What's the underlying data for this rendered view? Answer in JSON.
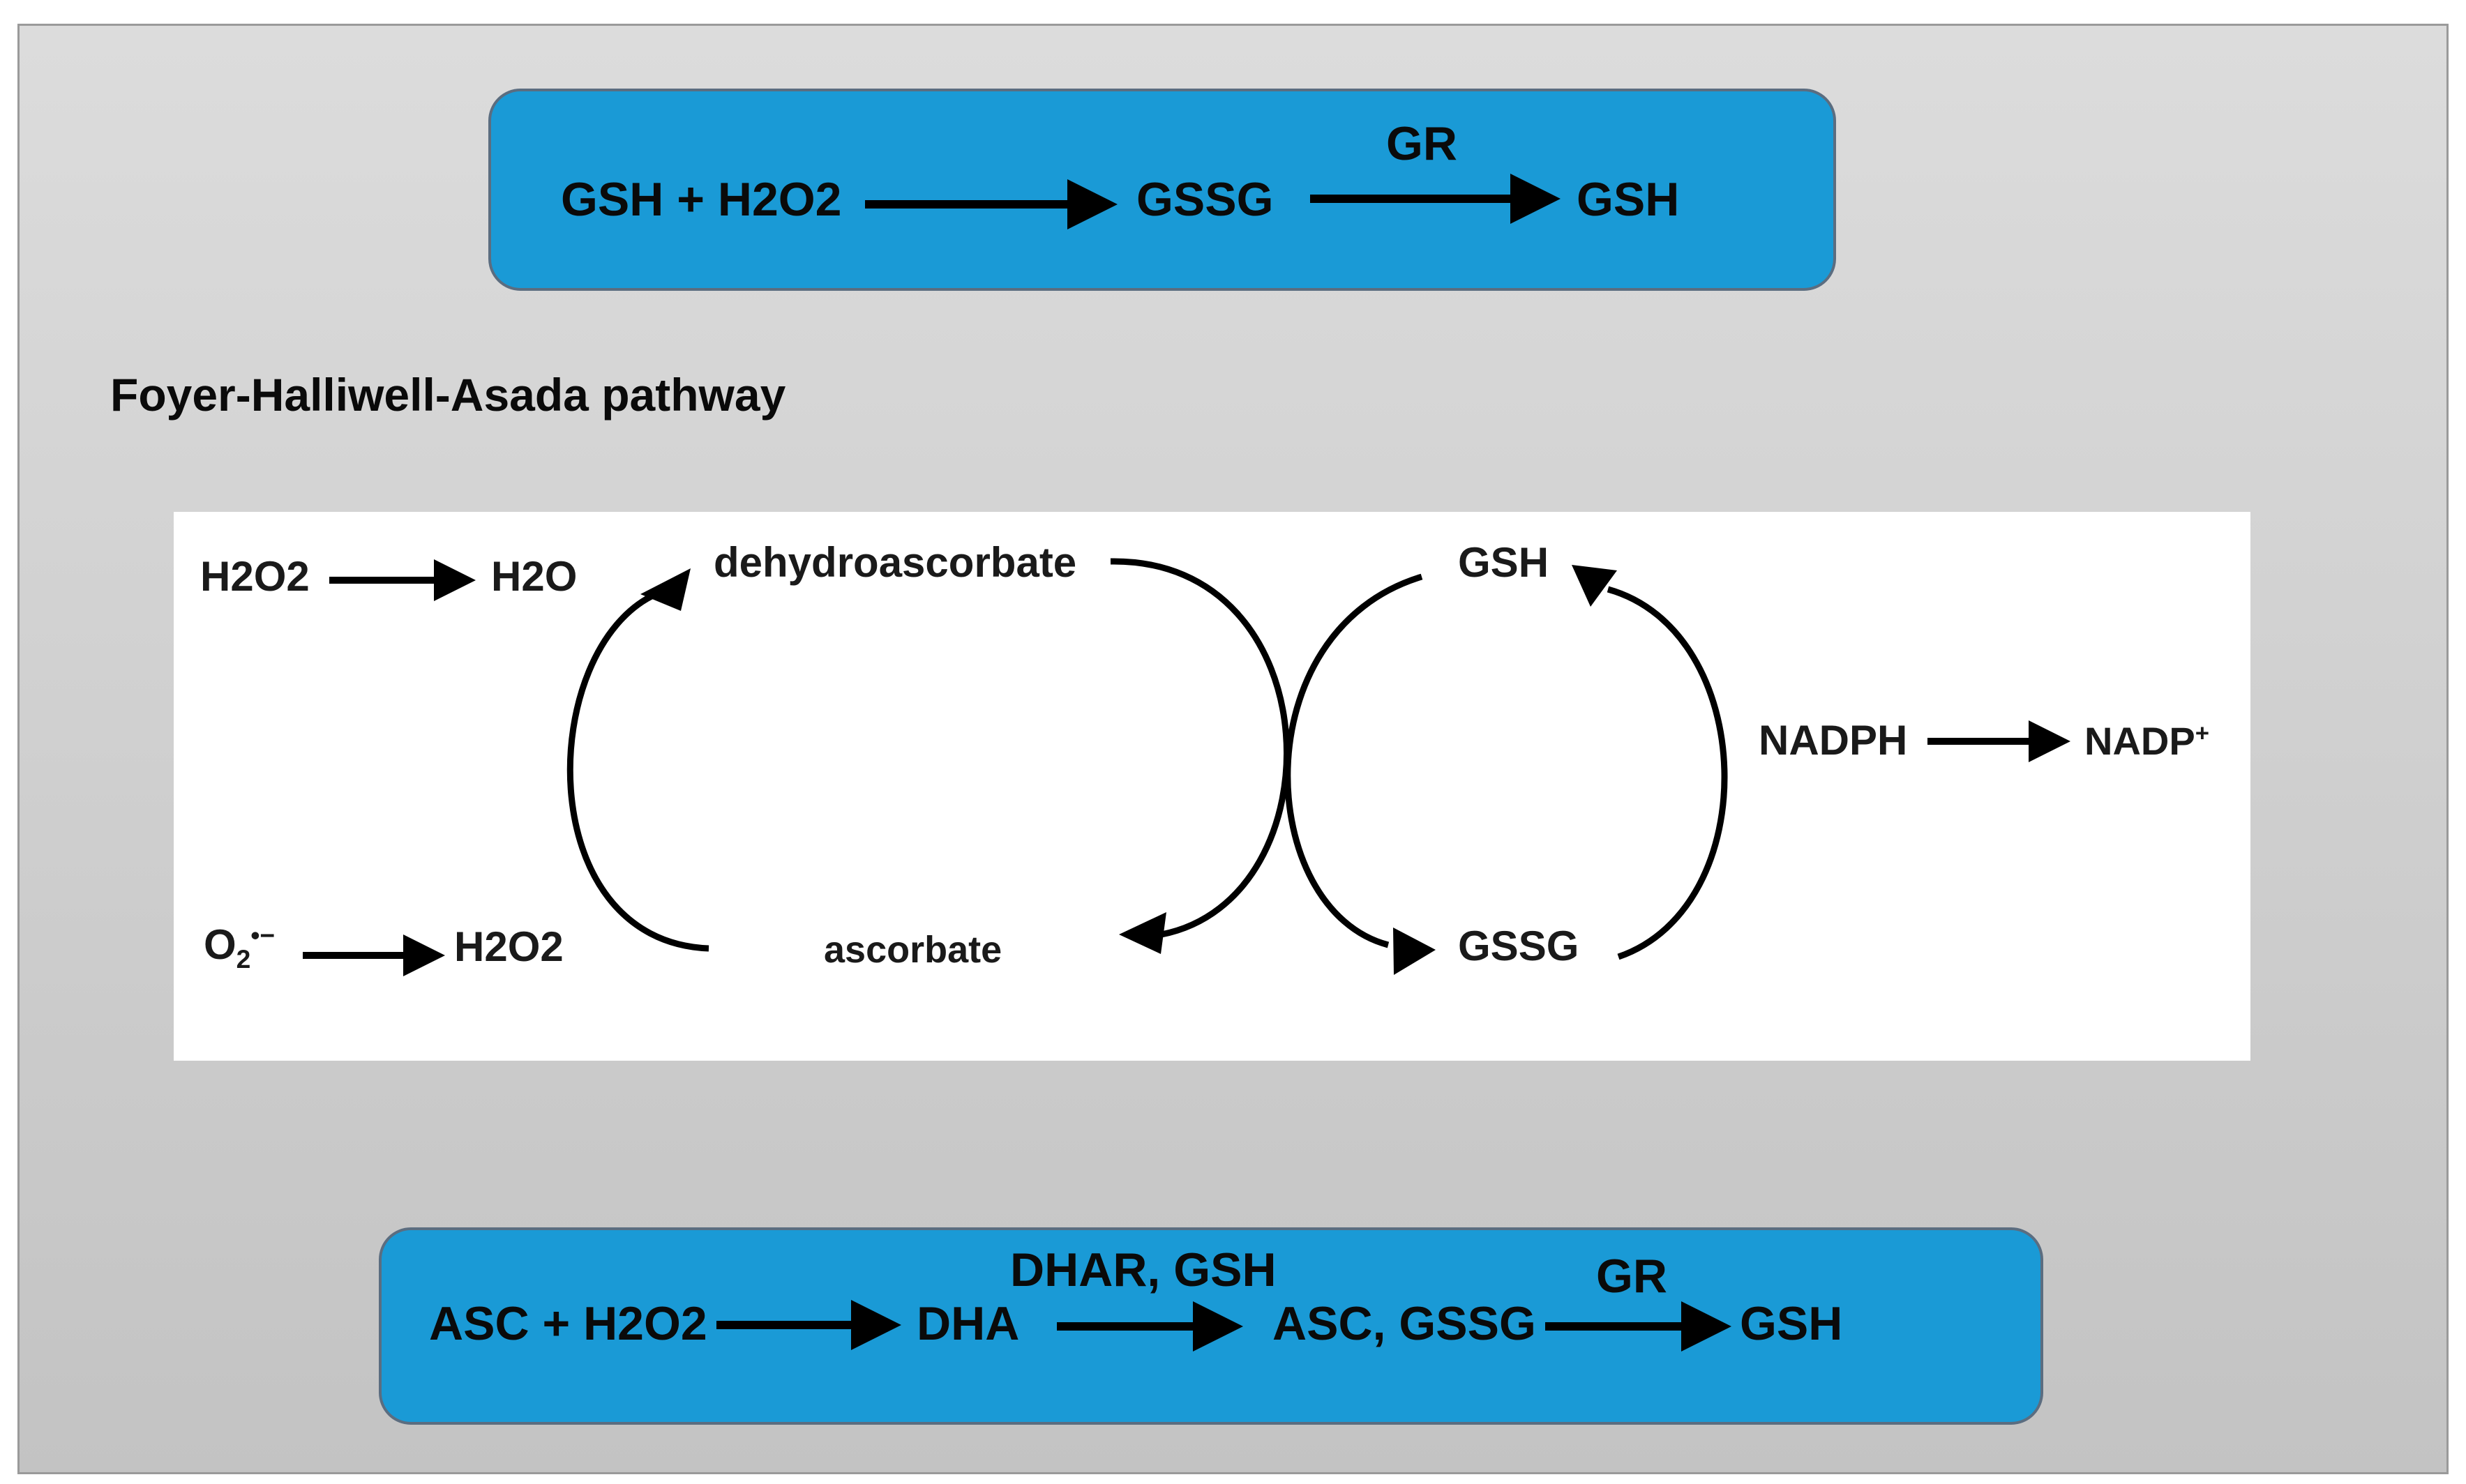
{
  "top_equation": {
    "reactants": "GSH + H2O2",
    "product1": "GSSG",
    "enzyme": "GR",
    "product2": "GSH"
  },
  "title": "Foyer-Halliwell-Asada pathway",
  "diagram": {
    "h2o2_to_h2o": {
      "from": "H2O2",
      "to": "H2O"
    },
    "superoxide": {
      "base": "O",
      "sub": "2",
      "sup": "•−",
      "to": "H2O2"
    },
    "dehydroascorbate": "dehydroascorbate",
    "ascorbate": "ascorbate",
    "gsh": "GSH",
    "gssg": "GSSG",
    "nadph": "NADPH",
    "nadp": {
      "base": "NADP",
      "sup": "+"
    }
  },
  "bottom_equation": {
    "reactants": "ASC + H2O2",
    "product1": "DHA",
    "enzyme1": "DHAR, GSH",
    "product2": "ASC, GSSG",
    "enzyme2": "GR",
    "product3": "GSH"
  },
  "colors": {
    "box_fill": "#1a9ad6",
    "box_border": "#5b6d80",
    "panel": "#c8c8c8"
  }
}
